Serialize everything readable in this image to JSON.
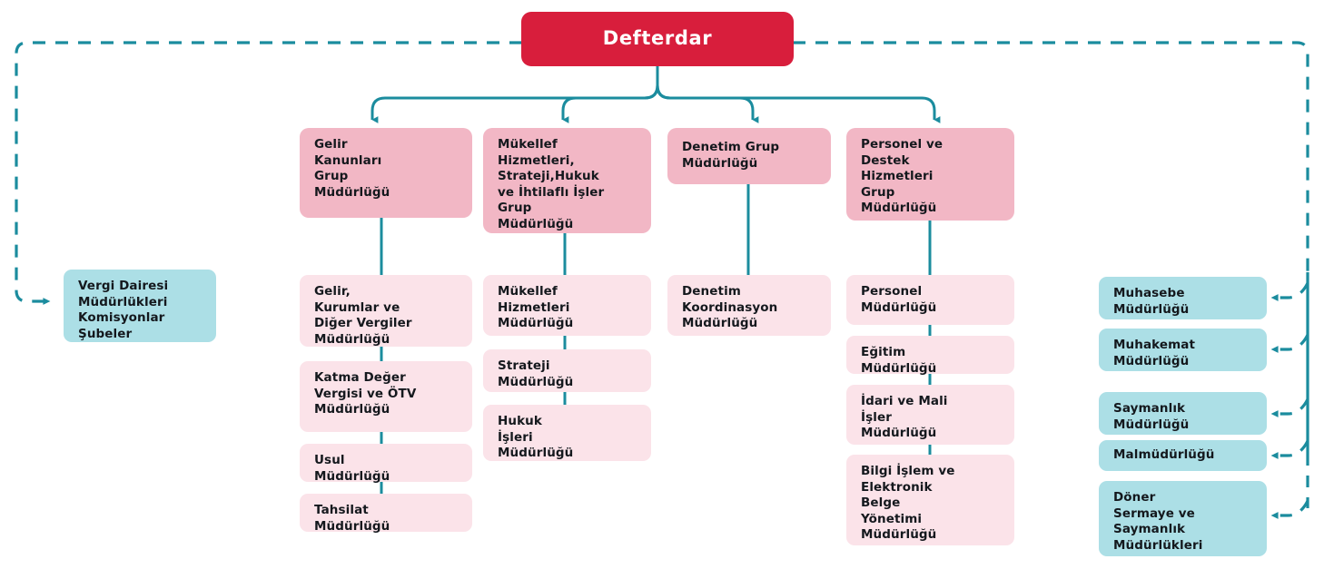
{
  "diagram": {
    "title": "Defterdarlik Teskilat Semasi",
    "colors": {
      "root_fill": "#D81E3C",
      "root_text": "#FFFFFF",
      "group_fill": "#F2B7C5",
      "sub_fill": "#FBE3E9",
      "aux_fill": "#ACDFE6",
      "connector": "#1B8C9E",
      "text": "#14181D",
      "background": "#FFFFFF"
    }
  },
  "root": {
    "label": "Defterdar"
  },
  "left_aux": [
    {
      "label": "Vergi Dairesi\nMüdürlükleri\nKomisyonlar\nŞubeler"
    }
  ],
  "right_aux": [
    {
      "label": "Muhasebe\nMüdürlüğü"
    },
    {
      "label": "Muhakemat\nMüdürlüğü"
    },
    {
      "label": "Saymanlık\nMüdürlüğü"
    },
    {
      "label": "Malmüdürlüğü"
    },
    {
      "label": "Döner\nSermaye ve\nSaymanlık\nMüdürlükleri"
    }
  ],
  "columns": [
    {
      "group": {
        "label": "Gelir\nKanunları\nGrup\nMüdürlüğü"
      },
      "children": [
        {
          "label": "Gelir,\nKurumlar ve\nDiğer Vergiler\nMüdürlüğü"
        },
        {
          "label": "Katma Değer\nVergisi ve ÖTV\nMüdürlüğü"
        },
        {
          "label": "Usul\nMüdürlüğü"
        },
        {
          "label": "Tahsilat\nMüdürlüğü"
        }
      ]
    },
    {
      "group": {
        "label": "Mükellef\nHizmetleri,\nStrateji,Hukuk\nve İhtilaflı İşler\nGrup\nMüdürlüğü"
      },
      "children": [
        {
          "label": "Mükellef\nHizmetleri\nMüdürlüğü"
        },
        {
          "label": "Strateji\nMüdürlüğü"
        },
        {
          "label": "Hukuk\nİşleri\nMüdürlüğü"
        }
      ]
    },
    {
      "group": {
        "label": "Denetim Grup\nMüdürlüğü"
      },
      "children": [
        {
          "label": "Denetim\nKoordinasyon\nMüdürlüğü"
        }
      ]
    },
    {
      "group": {
        "label": "Personel ve\nDestek\nHizmetleri\nGrup\nMüdürlüğü"
      },
      "children": [
        {
          "label": "Personel\nMüdürlüğü"
        },
        {
          "label": "Eğitim\nMüdürlüğü"
        },
        {
          "label": "İdari ve Mali\nİşler\nMüdürlüğü"
        },
        {
          "label": "Bilgi İşlem ve\nElektronik\nBelge\nYönetimi\nMüdürlüğü"
        }
      ]
    }
  ]
}
